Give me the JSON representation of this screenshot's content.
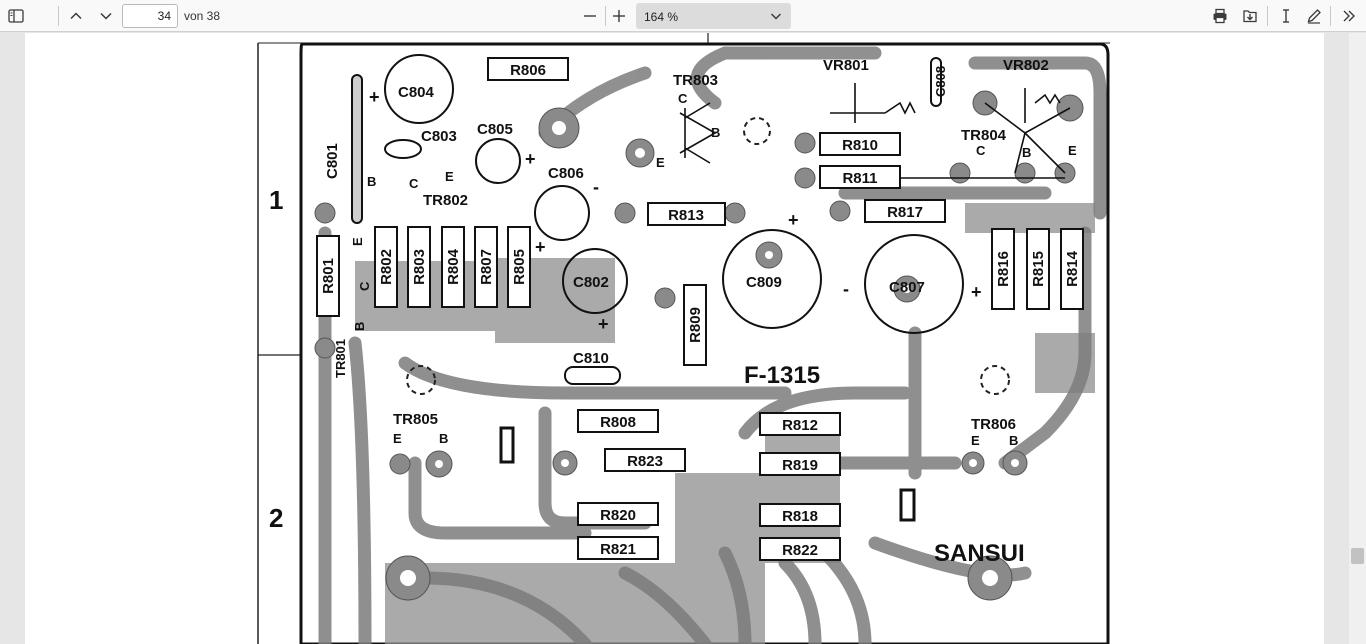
{
  "toolbar": {
    "page_current": "34",
    "page_total": "von 38",
    "zoom_label": "164 %",
    "icons": [
      "sidebar-icon",
      "chevron-up-icon",
      "chevron-down-icon",
      "minus-icon",
      "plus-icon",
      "chevron-down-icon",
      "print-icon",
      "save-icon",
      "text-cursor-icon",
      "pen-icon",
      "double-chevron-right-icon"
    ]
  },
  "document": {
    "grid_rows": [
      "1",
      "2"
    ],
    "board_id": "F-1315",
    "brand": "SANSUI",
    "resistors": [
      {
        "id": "r806",
        "text": "R806"
      },
      {
        "id": "r810",
        "text": "R810"
      },
      {
        "id": "r811",
        "text": "R811"
      },
      {
        "id": "r813",
        "text": "R813"
      },
      {
        "id": "r817",
        "text": "R817"
      },
      {
        "id": "r808",
        "text": "R808"
      },
      {
        "id": "r812",
        "text": "R812"
      },
      {
        "id": "r823",
        "text": "R823"
      },
      {
        "id": "r819",
        "text": "R819"
      },
      {
        "id": "r820",
        "text": "R820"
      },
      {
        "id": "r818",
        "text": "R818"
      },
      {
        "id": "r821",
        "text": "R821"
      },
      {
        "id": "r822",
        "text": "R822"
      }
    ],
    "vertical_resistors": [
      {
        "id": "r801",
        "text": "R801"
      },
      {
        "id": "r802",
        "text": "R802"
      },
      {
        "id": "r803",
        "text": "R803"
      },
      {
        "id": "r804",
        "text": "R804"
      },
      {
        "id": "r807",
        "text": "R807"
      },
      {
        "id": "r805",
        "text": "R805"
      },
      {
        "id": "r809",
        "text": "R809"
      },
      {
        "id": "r816",
        "text": "R816"
      },
      {
        "id": "r815",
        "text": "R815"
      },
      {
        "id": "r814",
        "text": "R814"
      }
    ],
    "capacitors": [
      {
        "id": "c804",
        "text": "C804"
      },
      {
        "id": "c803",
        "text": "C803"
      },
      {
        "id": "c805",
        "text": "C805"
      },
      {
        "id": "c806",
        "text": "C806"
      },
      {
        "id": "c802",
        "text": "C802"
      },
      {
        "id": "c809",
        "text": "C809"
      },
      {
        "id": "c807",
        "text": "C807"
      },
      {
        "id": "c810",
        "text": "C810"
      },
      {
        "id": "c801",
        "text": "C801"
      },
      {
        "id": "c808",
        "text": "C808"
      }
    ],
    "transistors": [
      {
        "id": "tr802",
        "text": "TR802"
      },
      {
        "id": "tr803",
        "text": "TR803"
      },
      {
        "id": "tr804",
        "text": "TR804"
      },
      {
        "id": "tr805",
        "text": "TR805"
      },
      {
        "id": "tr806",
        "text": "TR806"
      },
      {
        "id": "tr801",
        "text": "TR801"
      }
    ],
    "trimmers": [
      {
        "id": "vr801",
        "text": "VR801"
      },
      {
        "id": "vr802",
        "text": "VR802"
      }
    ],
    "pins": {
      "b": "B",
      "c": "C",
      "e": "E",
      "plus": "+",
      "minus": "-"
    }
  }
}
